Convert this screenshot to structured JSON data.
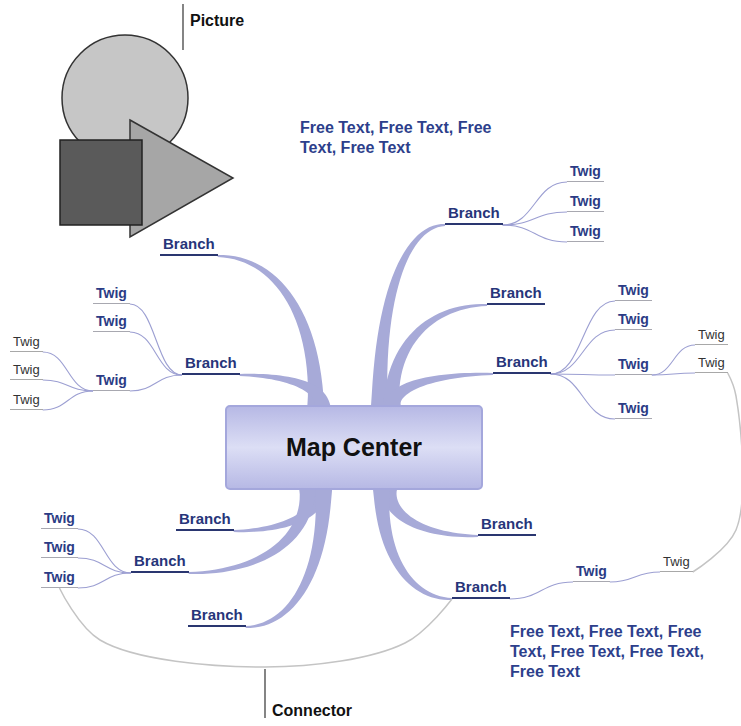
{
  "diagram": {
    "nodes": [
      {
        "text": [
          "Map Center"
        ]
      },
      {
        "text": [
          "Branch"
        ]
      },
      {
        "text": [
          "Twig"
        ]
      },
      {
        "text": [
          "Twig"
        ]
      },
      {
        "text": [
          "Twig"
        ]
      },
      {
        "text": [
          "Branch"
        ]
      },
      {
        "text": [
          "Branch"
        ]
      },
      {
        "text": [
          "Branch"
        ]
      },
      {
        "text": [
          "Twig"
        ]
      },
      {
        "text": [
          "Twig"
        ]
      },
      {
        "text": [
          "Twig"
        ]
      },
      {
        "text": [
          "Twig"
        ]
      },
      {
        "text": [
          "Twig"
        ]
      },
      {
        "text": [
          "Twig"
        ]
      },
      {
        "text": [
          "Branch"
        ]
      },
      {
        "text": [
          "Twig"
        ]
      },
      {
        "text": [
          "Twig"
        ]
      },
      {
        "text": [
          "Twig"
        ]
      },
      {
        "text": [
          "Twig"
        ]
      },
      {
        "text": [
          "Twig"
        ]
      },
      {
        "text": [
          "Twig"
        ]
      },
      {
        "text": [
          "Branch"
        ]
      },
      {
        "text": [
          "Branch"
        ]
      },
      {
        "text": [
          "Branch"
        ]
      },
      {
        "text": [
          "Twig"
        ]
      },
      {
        "text": [
          "Twig"
        ]
      },
      {
        "text": [
          "Twig"
        ]
      },
      {
        "text": [
          "Branch"
        ]
      },
      {
        "text": [
          "Twig"
        ]
      },
      {
        "text": [
          "Twig"
        ]
      },
      {
        "text": [
          "Branch"
        ]
      }
    ],
    "edges": [
      {
        "from": 0,
        "to": 1,
        "arrow": "none"
      },
      {
        "from": 0,
        "to": 5,
        "arrow": "none"
      },
      {
        "from": 0,
        "to": 6,
        "arrow": "none"
      },
      {
        "from": 0,
        "to": 7,
        "arrow": "none"
      },
      {
        "from": 0,
        "to": 14,
        "arrow": "none"
      },
      {
        "from": 0,
        "to": 21,
        "arrow": "none"
      },
      {
        "from": 0,
        "to": 22,
        "arrow": "none"
      },
      {
        "from": 0,
        "to": 23,
        "arrow": "none"
      },
      {
        "from": 0,
        "to": 27,
        "arrow": "none"
      },
      {
        "from": 0,
        "to": 30,
        "arrow": "none"
      },
      {
        "from": 1,
        "to": 2,
        "arrow": "none"
      },
      {
        "from": 1,
        "to": 3,
        "arrow": "none"
      },
      {
        "from": 1,
        "to": 4,
        "arrow": "none"
      },
      {
        "from": 7,
        "to": 8,
        "arrow": "none"
      },
      {
        "from": 7,
        "to": 9,
        "arrow": "none"
      },
      {
        "from": 7,
        "to": 10,
        "arrow": "none"
      },
      {
        "from": 10,
        "to": 11,
        "arrow": "none"
      },
      {
        "from": 10,
        "to": 12,
        "arrow": "none"
      },
      {
        "from": 10,
        "to": 13,
        "arrow": "none"
      },
      {
        "from": 14,
        "to": 15,
        "arrow": "none"
      },
      {
        "from": 14,
        "to": 16,
        "arrow": "none"
      },
      {
        "from": 14,
        "to": 17,
        "arrow": "none"
      },
      {
        "from": 14,
        "to": 20,
        "arrow": "none"
      },
      {
        "from": 17,
        "to": 18,
        "arrow": "none"
      },
      {
        "from": 17,
        "to": 19,
        "arrow": "none"
      },
      {
        "from": 23,
        "to": 24,
        "arrow": "none"
      },
      {
        "from": 23,
        "to": 25,
        "arrow": "none"
      },
      {
        "from": 23,
        "to": 26,
        "arrow": "none"
      },
      {
        "from": 27,
        "to": 28,
        "arrow": "none"
      },
      {
        "from": 28,
        "to": 29,
        "arrow": "none"
      },
      {
        "from": 26,
        "to": 27,
        "arrow": "none"
      },
      {
        "from": 19,
        "to": 29,
        "arrow": "none"
      }
    ],
    "labels": [
      "Picture",
      "Free Text, Free Text, Free Text, Free Text",
      "Free Text, Free Text, Free Text, Free Text, Free Text, Free Text",
      "Connector"
    ]
  }
}
